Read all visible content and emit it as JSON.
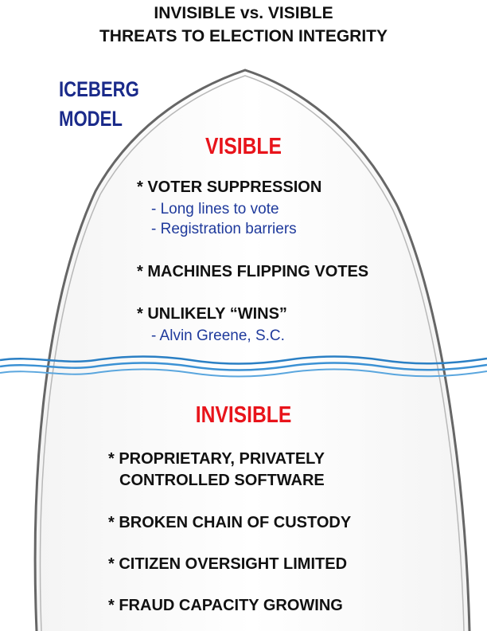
{
  "title": {
    "line1": "INVISIBLE vs. VISIBLE",
    "line2": "THREATS TO ELECTION INTEGRITY"
  },
  "model_label": {
    "line1": "ICEBERG",
    "line2": "MODEL"
  },
  "visible": {
    "heading": "VISIBLE",
    "items": [
      {
        "label": "* VOTER SUPPRESSION",
        "subs": [
          "- Long lines to vote",
          "- Registration barriers"
        ]
      },
      {
        "label": "* MACHINES FLIPPING VOTES",
        "subs": []
      },
      {
        "label": "* UNLIKELY “WINS”",
        "subs": [
          "- Alvin Greene, S.C."
        ]
      }
    ]
  },
  "invisible": {
    "heading": "INVISIBLE",
    "items": [
      {
        "line1": "* PROPRIETARY, PRIVATELY",
        "line2": "CONTROLLED SOFTWARE"
      },
      {
        "line1": "* BROKEN CHAIN OF CUSTODY"
      },
      {
        "line1": "* CITIZEN OVERSIGHT LIMITED"
      },
      {
        "line1": "* FRAUD CAPACITY GROWING"
      }
    ]
  },
  "colors": {
    "heading_red": "#e8141b",
    "navy": "#1a2a8a",
    "sub_blue": "#1f3a9c",
    "water_blue": "#2a7fc4",
    "iceberg_outline": "#555555"
  }
}
